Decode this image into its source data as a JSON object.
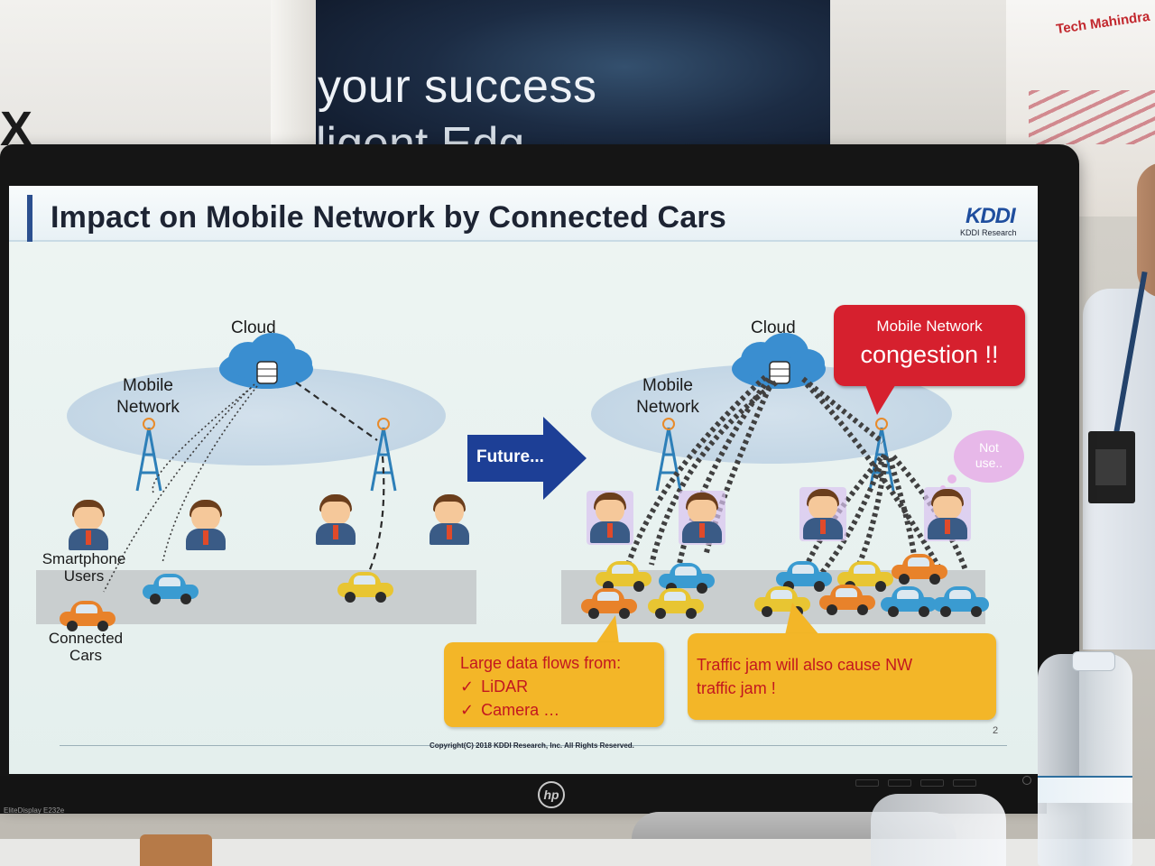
{
  "background": {
    "left_sign_letter": "X",
    "banner_line1": "your success",
    "banner_line2": "ligent Edg",
    "sponsor_logo": "Tech Mahindra"
  },
  "monitor": {
    "brand_icon": "hp-logo-icon",
    "brand_text": "hp",
    "model_label": "EliteDisplay E232e"
  },
  "slide": {
    "title": "Impact on Mobile Network by Connected Cars",
    "logo": "KDDI",
    "logo_sub": "KDDI Research",
    "page_number": "2",
    "copyright": "Copyright(C) 2018 KDDI Research, Inc. All Rights Reserved.",
    "left_scene": {
      "cloud_label": "Cloud",
      "network_label_line1": "Mobile",
      "network_label_line2": "Network",
      "users_label_line1": "Smartphone",
      "users_label_line2": "Users",
      "cars_label_line1": "Connected",
      "cars_label_line2": "Cars"
    },
    "arrow_label": "Future...",
    "right_scene": {
      "cloud_label": "Cloud",
      "network_label_line1": "Mobile",
      "network_label_line2": "Network",
      "congestion_line1": "Mobile Network",
      "congestion_line2": "congestion !!",
      "not_use_line1": "Not",
      "not_use_line2": "use.."
    },
    "callout_data": {
      "heading": "Large data flows from:",
      "items": [
        "LiDAR",
        "Camera …"
      ],
      "check_icon": "✓"
    },
    "callout_traffic": {
      "line1": "Traffic jam will also cause NW",
      "line2": "traffic jam !"
    }
  },
  "colors": {
    "title_text": "#1d2433",
    "kddi_blue": "#1f4e9e",
    "arrow_blue": "#1d3f96",
    "congestion_red": "#d6202e",
    "callout_yellow": "#f3b628",
    "callout_text_red": "#c3171f"
  }
}
